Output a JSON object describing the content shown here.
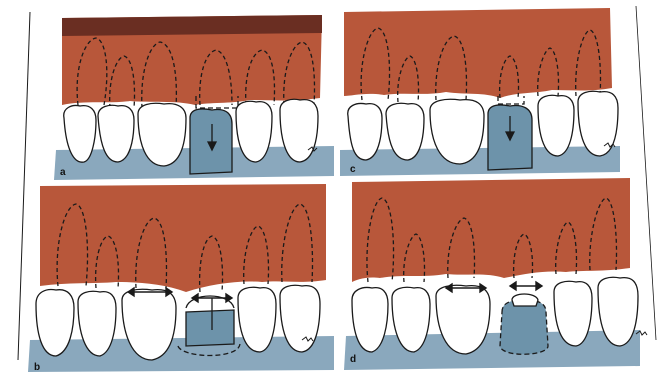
{
  "panels": [
    {
      "id": "a",
      "label": "a",
      "variant": "gap-eruption"
    },
    {
      "id": "c",
      "label": "c",
      "variant": "gap-eruption-narrow"
    },
    {
      "id": "b",
      "label": "b",
      "variant": "pontic-space"
    },
    {
      "id": "d",
      "label": "d",
      "variant": "pontic-bridge"
    }
  ],
  "colors": {
    "gingiva": "#b8573a",
    "gingiva_dark": "#6a2e22",
    "bone_band": "#7f9fb5",
    "pontic_fill": "#6d93aa",
    "tooth": "#ffffff",
    "line": "#1a1a1a",
    "page": "#ffffff"
  }
}
